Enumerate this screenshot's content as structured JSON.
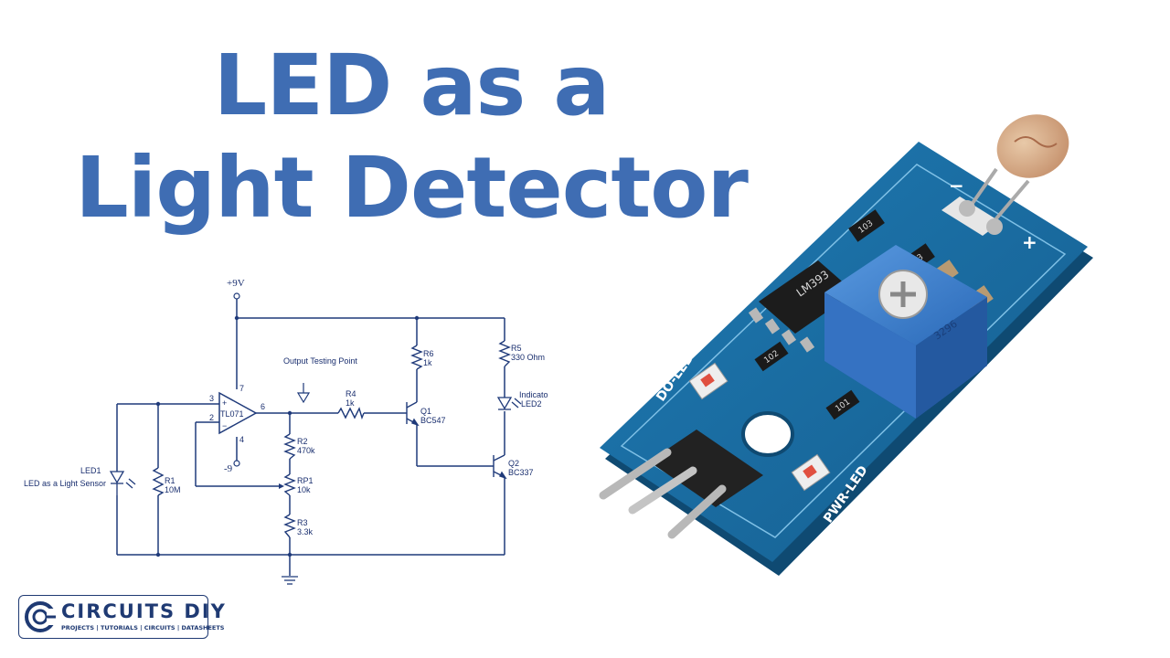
{
  "title": {
    "line1": "LED as a",
    "line2": "Light Detector"
  },
  "schematic": {
    "supply_pos": "+9V",
    "supply_neg": "-9",
    "opamp": {
      "name": "TL071",
      "pin_noninv": "3",
      "pin_inv": "2",
      "pin_out": "6",
      "pin_vpos": "7",
      "pin_vneg": "4",
      "sign_plus": "+",
      "sign_minus": "−"
    },
    "test_point": "Output Testing Point",
    "components": {
      "led1": {
        "ref": "LED1",
        "desc": "LED as a Light Sensor"
      },
      "r1": {
        "ref": "R1",
        "value": "10M"
      },
      "r2": {
        "ref": "R2",
        "value": "470k"
      },
      "rp1": {
        "ref": "RP1",
        "value": "10k"
      },
      "r3": {
        "ref": "R3",
        "value": "3.3k"
      },
      "r4": {
        "ref": "R4",
        "value": "1k"
      },
      "r6": {
        "ref": "R6",
        "value": "1k"
      },
      "r5": {
        "ref": "R5",
        "value": "330 Ohm"
      },
      "q1": {
        "ref": "Q1",
        "value": "BC547"
      },
      "q2": {
        "ref": "Q2",
        "value": "BC337"
      },
      "led2": {
        "ref": "Indicator",
        "desc": "LED2"
      }
    }
  },
  "module": {
    "chip_label": "LM393",
    "pot_label": "3296",
    "do_led": "DO-LED",
    "pwr_led": "PWR-LED",
    "minus": "−",
    "plus": "+",
    "smd_labels": [
      "103",
      "103",
      "102",
      "101"
    ]
  },
  "logo": {
    "name": "CIRCUITS DIY",
    "tagline": "PROJECTS | TUTORIALS | CIRCUITS | DATASHEETS"
  },
  "colors": {
    "title": "#3f6db3",
    "pcb": "#1b6ea3",
    "pot": "#3d7fd1",
    "logo": "#1f3a73"
  }
}
